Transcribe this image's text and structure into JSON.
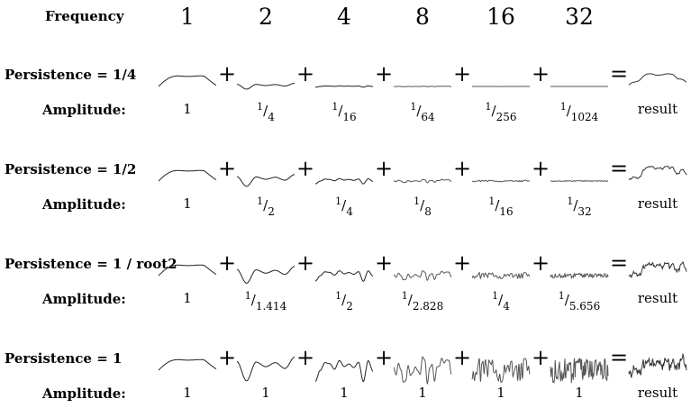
{
  "frequency": {
    "label": "Frequency",
    "values": [
      "1",
      "2",
      "4",
      "8",
      "16",
      "32"
    ]
  },
  "amplitude_label": "Amplitude:",
  "operators": {
    "plus": "+",
    "equals": "="
  },
  "result_label": "result",
  "rows": [
    {
      "persistence": "Persistence = 1/4",
      "amplitudes": [
        {
          "num": "1",
          "den": ""
        },
        {
          "num": "1",
          "den": "4"
        },
        {
          "num": "1",
          "den": "16"
        },
        {
          "num": "1",
          "den": "64"
        },
        {
          "num": "1",
          "den": "256"
        },
        {
          "num": "1",
          "den": "1024"
        }
      ],
      "relative_amplitude": [
        1,
        0.25,
        0.0625,
        0.015625,
        0.00390625,
        0.0009765625
      ]
    },
    {
      "persistence": "Persistence = 1/2",
      "amplitudes": [
        {
          "num": "1",
          "den": ""
        },
        {
          "num": "1",
          "den": "2"
        },
        {
          "num": "1",
          "den": "4"
        },
        {
          "num": "1",
          "den": "8"
        },
        {
          "num": "1",
          "den": "16"
        },
        {
          "num": "1",
          "den": "32"
        }
      ],
      "relative_amplitude": [
        1,
        0.5,
        0.25,
        0.125,
        0.0625,
        0.03125
      ]
    },
    {
      "persistence": "Persistence = 1 / root2",
      "amplitudes": [
        {
          "num": "1",
          "den": ""
        },
        {
          "num": "1",
          "den": "1.414"
        },
        {
          "num": "1",
          "den": "2"
        },
        {
          "num": "1",
          "den": "2.828"
        },
        {
          "num": "1",
          "den": "4"
        },
        {
          "num": "1",
          "den": "5.656"
        }
      ],
      "relative_amplitude": [
        1,
        0.7072,
        0.5,
        0.3536,
        0.25,
        0.1768
      ]
    },
    {
      "persistence": "Persistence = 1",
      "amplitudes": [
        {
          "num": "1",
          "den": ""
        },
        {
          "num": "1",
          "den": ""
        },
        {
          "num": "1",
          "den": ""
        },
        {
          "num": "1",
          "den": ""
        },
        {
          "num": "1",
          "den": ""
        },
        {
          "num": "1",
          "den": ""
        }
      ],
      "relative_amplitude": [
        1,
        1,
        1,
        1,
        1,
        1
      ]
    }
  ]
}
